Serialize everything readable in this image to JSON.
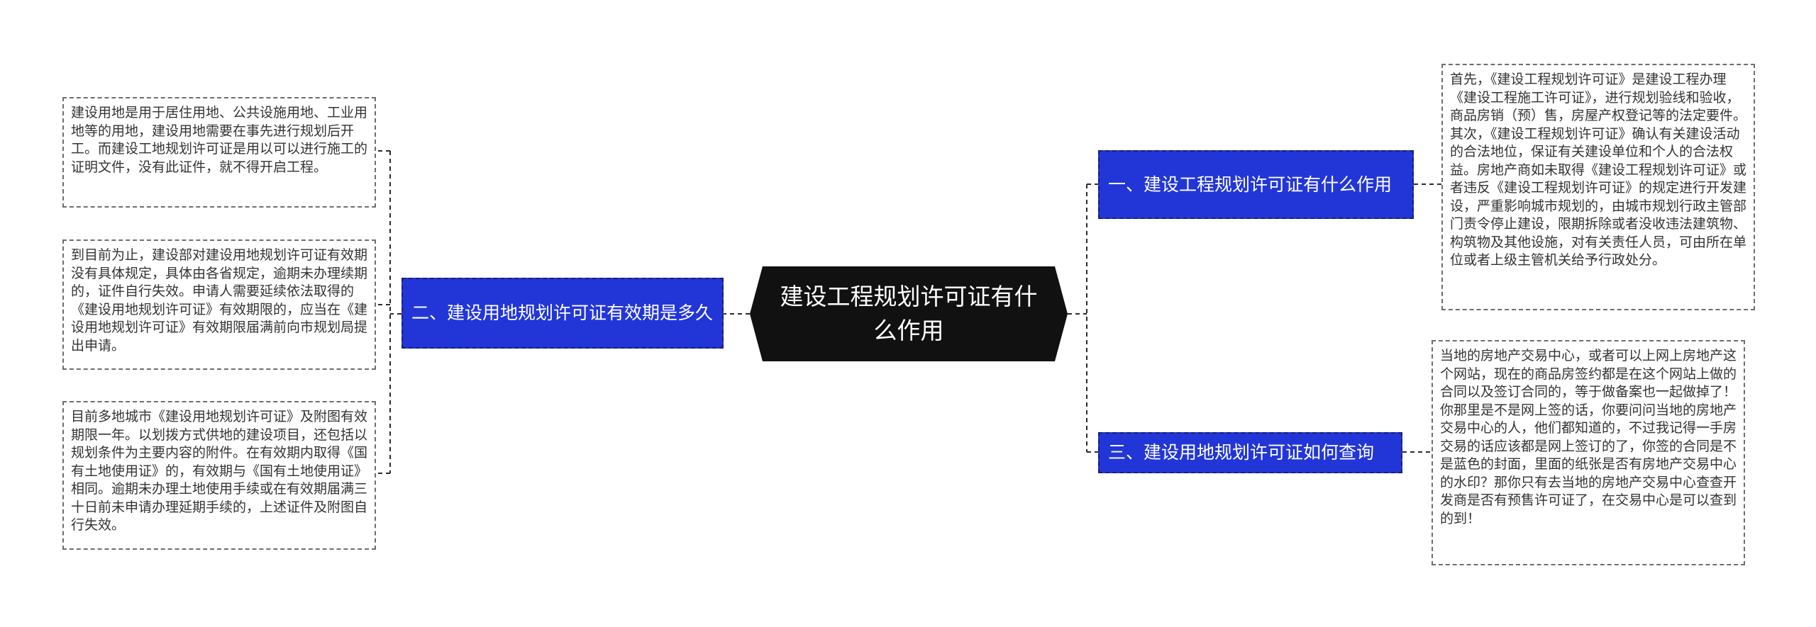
{
  "central_topic": "建设工程规划许可证有什么作用",
  "branches": [
    {
      "label": "一、建设工程规划许可证有什么作用",
      "details": [
        "首先，《建设工程规划许可证》是建设工程办理《建设工程施工许可证》，进行规划验线和验收，商品房销（预）售，房屋产权登记等的法定要件。其次，《建设工程规划许可证》确认有关建设活动的合法地位，保证有关建设单位和个人的合法权益。房地产商如未取得《建设工程规划许可证》或者违反《建设工程规划许可证》的规定进行开发建设，严重影响城市规划的，由城市规划行政主管部门责令停止建设，限期拆除或者没收违法建筑物、构筑物及其他设施，对有关责任人员，可由所在单位或者上级主管机关给予行政处分。"
      ]
    },
    {
      "label": "二、建设用地规划许可证有效期是多久",
      "details": [
        "建设用地是用于居住用地、公共设施用地、工业用地等的用地，建设用地需要在事先进行规划后开工。而建设工地规划许可证是用以可以进行施工的证明文件，没有此证件，就不得开启工程。",
        "到目前为止，建设部对建设用地规划许可证有效期没有具体规定，具体由各省规定，逾期未办理续期的，证件自行失效。申请人需要延续依法取得的《建设用地规划许可证》有效期限的，应当在《建设用地规划许可证》有效期限届满前向市规划局提出申请。",
        "目前多地城市《建设用地规划许可证》及附图有效期限一年。以划拨方式供地的建设项目，还包括以规划条件为主要内容的附件。在有效期内取得《国有土地使用证》的，有效期与《国有土地使用证》相同。逾期未办理土地使用手续或在有效期届满三十日前未申请办理延期手续的，上述证件及附图自行失效。"
      ]
    },
    {
      "label": "三、建设用地规划许可证如何查询",
      "details": [
        "当地的房地产交易中心，或者可以上网上房地产这个网站，现在的商品房签约都是在这个网站上做的合同以及签订合同的，等于做备案也一起做掉了！你那里是不是网上签的话，你要问问当地的房地产交易中心的人，他们都知道的，不过我记得一手房交易的话应该都是网上签订的了，你签的合同是不是蓝色的封面，里面的纸张是否有房地产交易中心的水印？那你只有去当地的房地产交易中心查查开发商是否有预售许可证了，在交易中心是可以查到的到！"
      ]
    }
  ]
}
